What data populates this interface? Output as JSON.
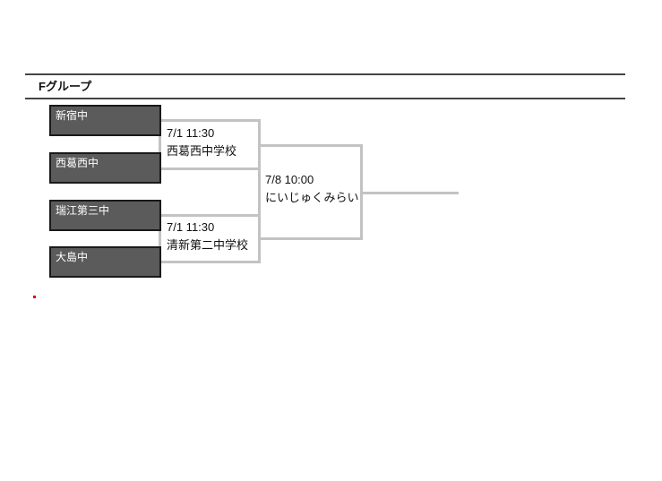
{
  "header": {
    "title": "Fグループ"
  },
  "bracket": {
    "teams": [
      "新宿中",
      "西葛西中",
      "瑞江第三中",
      "大島中"
    ],
    "semifinals": [
      {
        "datetime": "7/1 11:30",
        "venue": "西葛西中学校"
      },
      {
        "datetime": "7/1 11:30",
        "venue": "清新第二中学校"
      }
    ],
    "final": {
      "datetime": "7/8 10:00",
      "venue": "にいじゅくみらい"
    }
  },
  "colors": {
    "background": "#ffffff",
    "team_box_fill": "#5b5b5b",
    "team_box_border": "#1a1a1a",
    "team_text": "#ffffff",
    "bracket_line": "#c3c3c3",
    "header_rule": "#454545",
    "body_text": "#111111",
    "red_mark": "#e00000"
  }
}
